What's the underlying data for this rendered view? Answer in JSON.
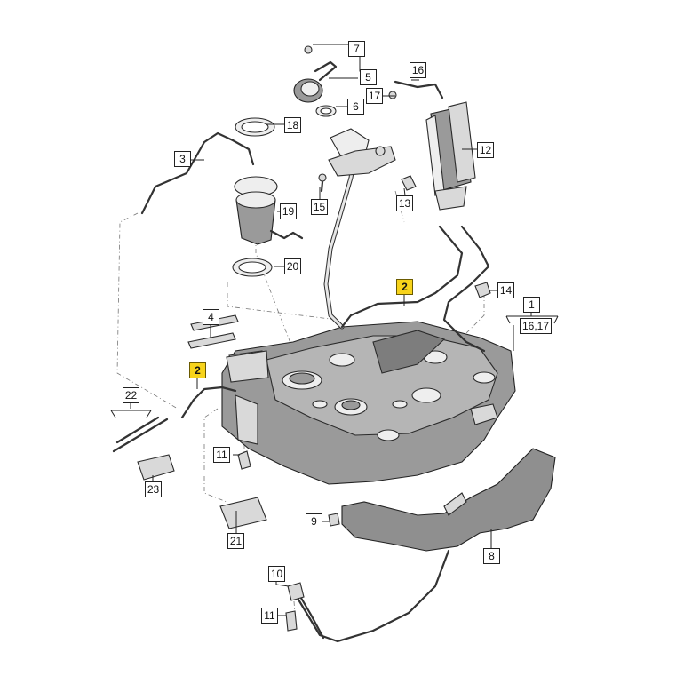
{
  "callouts": {
    "c1": "1",
    "c2_top": "2",
    "c2_left": "2",
    "c3": "3",
    "c4": "4",
    "c5": "5",
    "c6": "6",
    "c7": "7",
    "c8": "8",
    "c9": "9",
    "c10": "10",
    "c11_upper": "11",
    "c11_lower": "11",
    "c12": "12",
    "c13": "13",
    "c14": "14",
    "c15": "15",
    "c16": "16",
    "c16_17": "16,17",
    "c17": "17",
    "c18": "18",
    "c19": "19",
    "c20": "20",
    "c21": "21",
    "c22": "22",
    "c23": "23"
  },
  "colors": {
    "highlight": "#f7d31b",
    "tank_fill": "#9a9a9a",
    "line": "#222222"
  },
  "icons": [
    "fuel-tank",
    "fuel-pump",
    "filler-neck",
    "carbon-canister",
    "heat-shield",
    "tank-strap",
    "fuel-line",
    "bolt",
    "bracket"
  ]
}
